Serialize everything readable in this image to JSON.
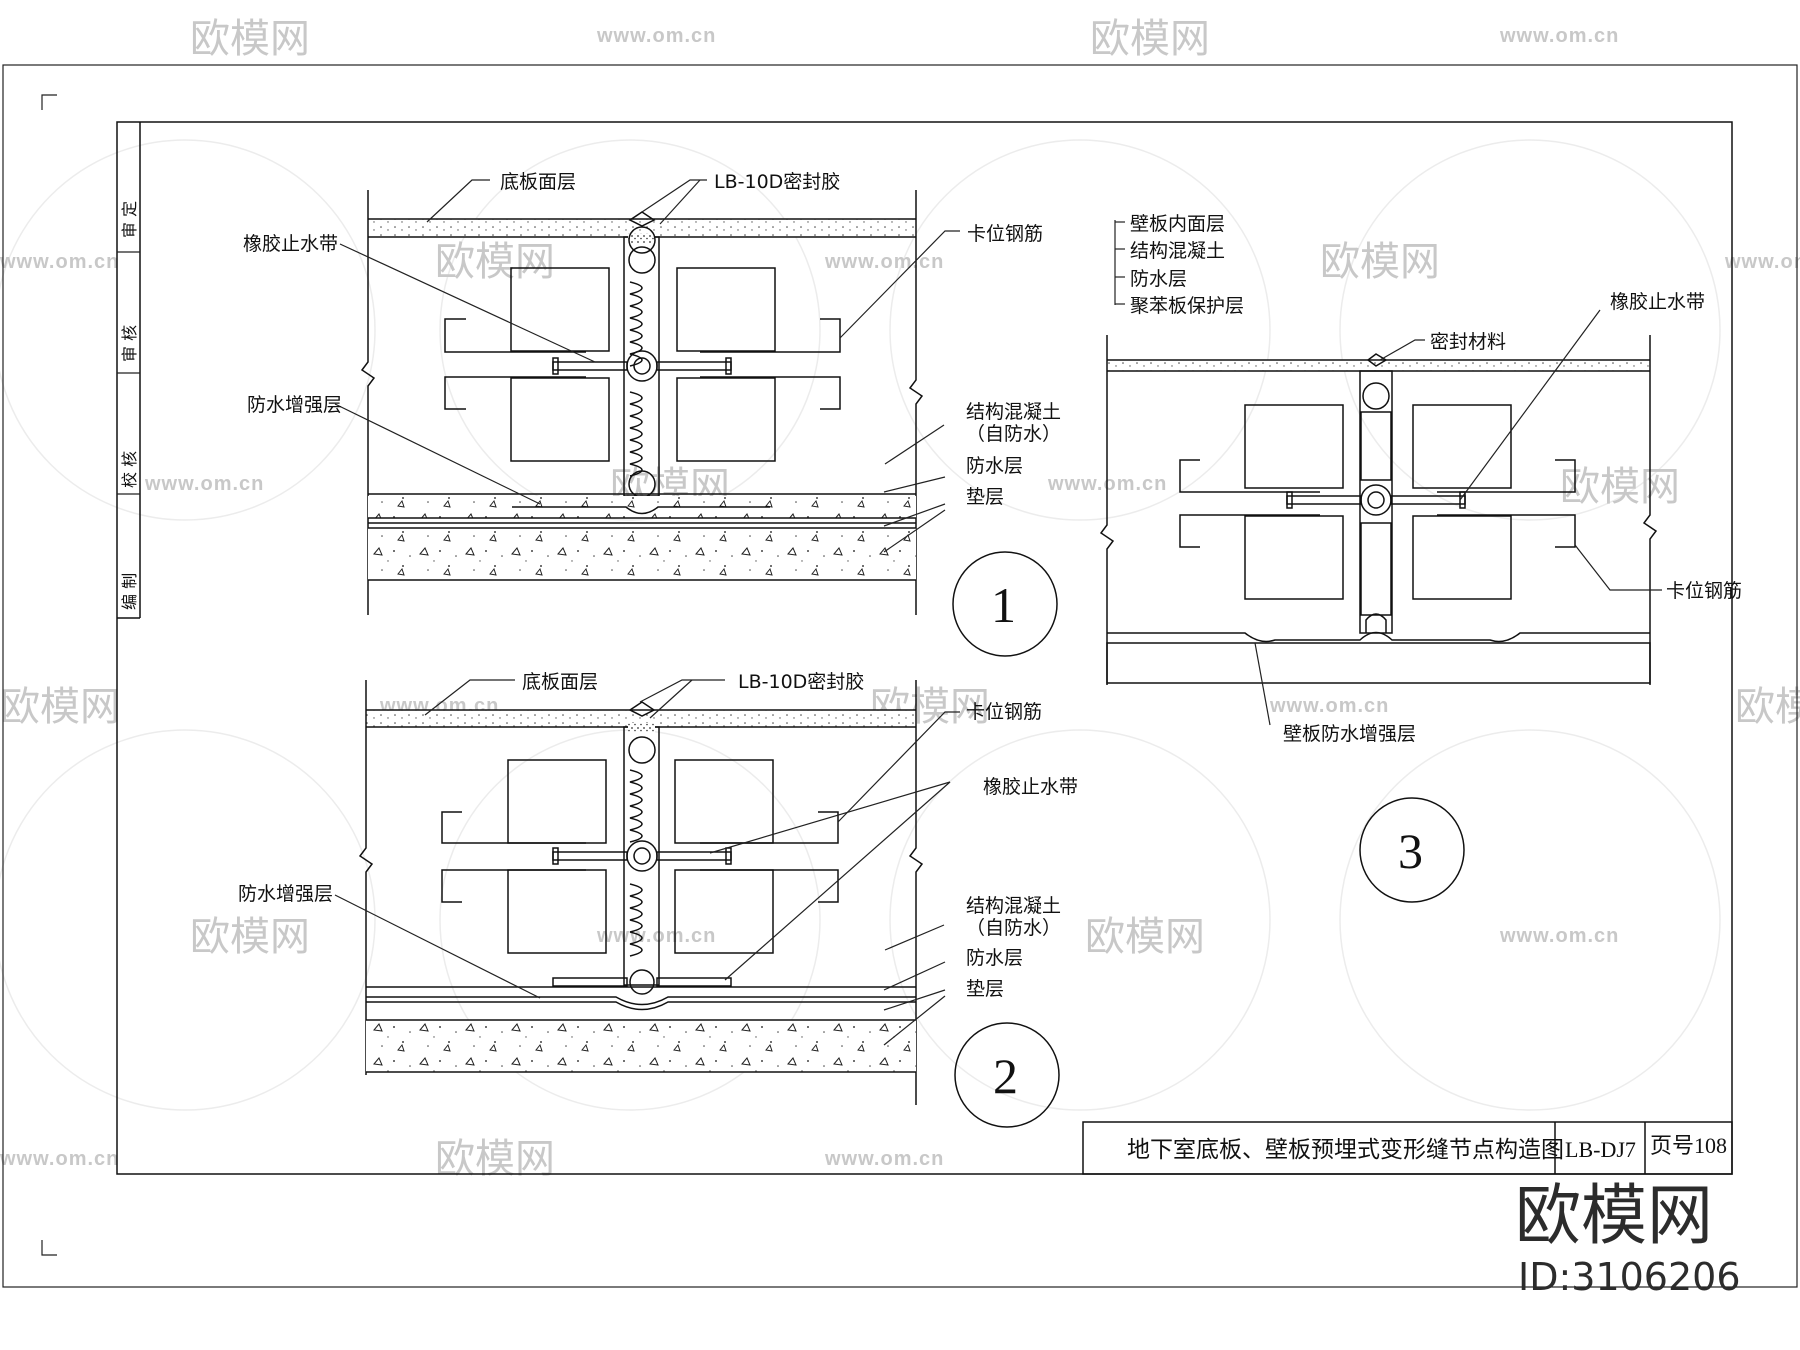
{
  "sheet": {
    "title": "地下室底板、壁板预埋式变形缝节点构造图",
    "code": "LB-DJ7",
    "page": "页号108"
  },
  "sidebar": {
    "items": [
      {
        "label": "审 定"
      },
      {
        "label": "审 核"
      },
      {
        "label": "校 核"
      },
      {
        "label": "编 制"
      }
    ]
  },
  "details": [
    {
      "number": "1",
      "labels": {
        "top_surface": "底板面层",
        "sealant": "LB-10D密封胶",
        "waterstop": "橡胶止水带",
        "clamp_rebar": "卡位钢筋",
        "reinforce": "防水增强层",
        "concrete_1": "结构混凝土",
        "concrete_2": "（自防水）",
        "waterproof": "防水层",
        "cushion": "垫层"
      }
    },
    {
      "number": "2",
      "labels": {
        "top_surface": "底板面层",
        "sealant": "LB-10D密封胶",
        "clamp_rebar": "卡位钢筋",
        "waterstop": "橡胶止水带",
        "reinforce": "防水增强层",
        "concrete_1": "结构混凝土",
        "concrete_2": "（自防水）",
        "waterproof": "防水层",
        "cushion": "垫层"
      }
    },
    {
      "number": "3",
      "labels": {
        "inner_surface": "壁板内面层",
        "concrete": "结构混凝土",
        "waterproof": "防水层",
        "eps_protect": "聚苯板保护层",
        "seal_material": "密封材料",
        "waterstop": "橡胶止水带",
        "clamp_rebar": "卡位钢筋",
        "wall_reinforce": "壁板防水增强层"
      }
    }
  ],
  "watermark": {
    "brand": "欧模网",
    "url": "www.om.cn",
    "id": "ID:3106206"
  }
}
